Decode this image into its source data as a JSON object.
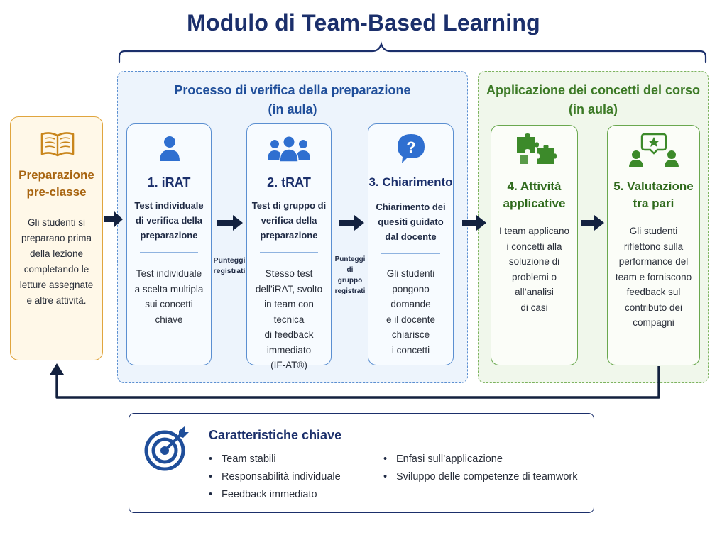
{
  "title": "Modulo di Team-Based Learning",
  "colors": {
    "navy": "#1b2f6b",
    "blue_accent": "#2f6fd0",
    "green_accent": "#3c7a26",
    "orange_accent": "#c9861c"
  },
  "pre_class": {
    "icon": "open-book-icon",
    "title_line1": "Preparazione",
    "title_line2": "pre-classe",
    "desc": [
      "Gli studenti si",
      "preparano prima",
      "della lezione",
      "completando le",
      "letture assegnate",
      "e altre attività."
    ]
  },
  "readiness_group": {
    "title_line1": "Processo di verifica della preparazione",
    "title_line2": "(in aula)"
  },
  "application_group": {
    "title_line1": "Applicazione dei concetti del corso",
    "title_line2": "(in aula)"
  },
  "steps": [
    {
      "icon": "person-icon",
      "title": "1. iRAT",
      "subtitle": [
        "Test individuale",
        "di verifica della",
        "preparazione"
      ],
      "desc": [
        "Test individuale",
        "a scelta multipla",
        "sui concetti",
        "chiave"
      ]
    },
    {
      "icon": "group-icon",
      "title": "2. tRAT",
      "subtitle": [
        "Test di gruppo di",
        "verifica della",
        "preparazione"
      ],
      "desc": [
        "Stesso test",
        "dell’iRAT, svolto",
        "in team con tecnica",
        "di feedback",
        "immediato",
        "(IF-AT®)"
      ]
    },
    {
      "icon": "question-bubble-icon",
      "title": "3. Chiarimento",
      "subtitle": [
        "Chiarimento dei",
        "quesiti guidato",
        "dal docente"
      ],
      "desc": [
        "Gli studenti",
        "pongono domande",
        "e il docente",
        "chiarisce",
        "i concetti"
      ]
    },
    {
      "icon": "puzzle-icon",
      "title_line1": "4. Attività",
      "title_line2": "applicative",
      "desc": [
        "I team applicano",
        "i concetti alla",
        "soluzione di",
        "problemi o",
        "all’analisi",
        "di casi"
      ]
    },
    {
      "icon": "peer-feedback-icon",
      "title_line1": "5. Valutazione",
      "title_line2": "tra pari",
      "desc": [
        "Gli studenti",
        "riflettono sulla",
        "performance del",
        "team e forniscono",
        "feedback sul",
        "contributo dei",
        "compagni"
      ]
    }
  ],
  "arrow_labels": {
    "between_1_2": [
      "Punteggi",
      "registrati"
    ],
    "between_2_3": [
      "Punteggi di",
      "gruppo",
      "registrati"
    ]
  },
  "key_features": {
    "icon": "target-icon",
    "title": "Caratteristiche chiave",
    "left": [
      "Team stabili",
      "Responsabilità individuale",
      "Feedback immediato"
    ],
    "right": [
      "Enfasi sull’applicazione",
      "Sviluppo delle competenze di teamwork"
    ]
  }
}
